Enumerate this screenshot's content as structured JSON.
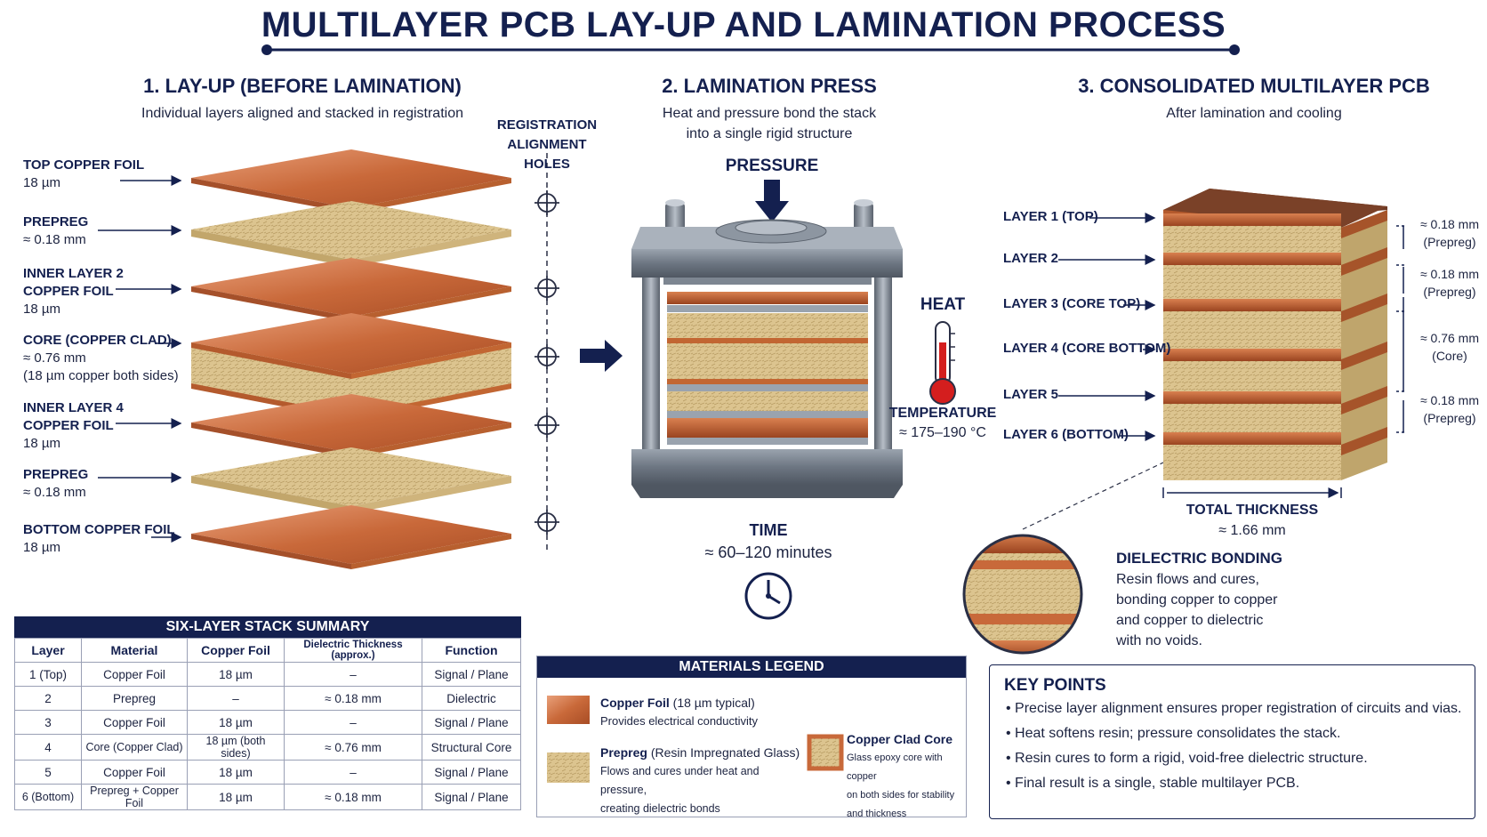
{
  "title": "MULTILAYER PCB LAY-UP AND LAMINATION PROCESS",
  "colors": {
    "navy": "#14204f",
    "copper": "#c8693a",
    "prepreg": "#d8c08a",
    "heat_red": "#d41e1e"
  },
  "section1": {
    "title": "1. LAY-UP (BEFORE LAMINATION)",
    "subtitle": "Individual layers aligned and stacked in registration",
    "labels": [
      {
        "name": "TOP COPPER FOIL",
        "detail": "18 µm"
      },
      {
        "name": "PREPREG",
        "detail": "≈ 0.18 mm"
      },
      {
        "name": "INNER LAYER 2",
        "name2": "COPPER FOIL",
        "detail": "18 µm"
      },
      {
        "name": "CORE (COPPER CLAD)",
        "detail": "≈ 0.76 mm",
        "detail2": "(18 µm copper both sides)"
      },
      {
        "name": "INNER LAYER 4",
        "name2": "COPPER FOIL",
        "detail": "18 µm"
      },
      {
        "name": "PREPREG",
        "detail": "≈ 0.18 mm"
      },
      {
        "name": "BOTTOM COPPER FOIL",
        "detail": "18 µm"
      }
    ],
    "registration_label_1": "REGISTRATION",
    "registration_label_2": "ALIGNMENT HOLES"
  },
  "section2": {
    "title": "2. LAMINATION PRESS",
    "subtitle_1": "Heat and pressure bond the stack",
    "subtitle_2": "into a single rigid structure",
    "pressure_label": "PRESSURE",
    "heat_label": "HEAT",
    "temperature_label": "TEMPERATURE",
    "temperature_value": "≈ 175–190 °C",
    "time_label": "TIME",
    "time_value": "≈ 60–120 minutes"
  },
  "section3": {
    "title": "3. CONSOLIDATED MULTILAYER PCB",
    "subtitle": "After lamination and cooling",
    "layers": [
      "LAYER 1 (TOP)",
      "LAYER 2",
      "LAYER 3 (CORE TOP)",
      "LAYER 4 (CORE BOTTOM)",
      "LAYER 5",
      "LAYER 6 (BOTTOM)"
    ],
    "dims": [
      {
        "value": "≈ 0.18 mm",
        "note": "(Prepreg)"
      },
      {
        "value": "≈ 0.18 mm",
        "note": "(Prepreg)"
      },
      {
        "value": "≈ 0.76 mm",
        "note": "(Core)"
      },
      {
        "value": "≈ 0.18 mm",
        "note": "(Prepreg)"
      }
    ],
    "total_label": "TOTAL THICKNESS",
    "total_value": "≈ 1.66 mm",
    "bonding_title": "DIELECTRIC BONDING",
    "bonding_lines": [
      "Resin flows and cures,",
      "bonding copper to copper",
      "and copper to dielectric",
      "with no voids."
    ]
  },
  "summary_table": {
    "title": "SIX-LAYER STACK SUMMARY",
    "headers": [
      "Layer",
      "Material",
      "Copper Foil",
      "Dielectric Thickness (approx.)",
      "Function"
    ],
    "rows": [
      [
        "1 (Top)",
        "Copper Foil",
        "18 µm",
        "–",
        "Signal / Plane"
      ],
      [
        "2",
        "Prepreg",
        "–",
        "≈ 0.18 mm",
        "Dielectric"
      ],
      [
        "3",
        "Copper Foil",
        "18 µm",
        "–",
        "Signal / Plane"
      ],
      [
        "4",
        "Core (Copper Clad)",
        "18 µm (both sides)",
        "≈ 0.76 mm",
        "Structural Core"
      ],
      [
        "5",
        "Copper Foil",
        "18 µm",
        "–",
        "Signal / Plane"
      ],
      [
        "6 (Bottom)",
        "Prepreg + Copper Foil",
        "18 µm",
        "≈ 0.18 mm",
        "Signal / Plane"
      ]
    ]
  },
  "legend": {
    "title": "MATERIALS LEGEND",
    "copper_name": "Copper Foil",
    "copper_extra": "(18 µm typical)",
    "copper_desc": "Provides electrical conductivity",
    "prepreg_name": "Prepreg",
    "prepreg_extra": "(Resin Impregnated Glass)",
    "prepreg_desc_1": "Flows and cures under heat and pressure,",
    "prepreg_desc_2": "creating dielectric bonds",
    "core_name": "Copper Clad Core",
    "core_desc_1": "Glass epoxy core with copper",
    "core_desc_2": "on both sides for stability",
    "core_desc_3": "and thickness"
  },
  "key_points": {
    "title": "KEY POINTS",
    "items": [
      "• Precise layer alignment ensures proper registration of circuits and vias.",
      "• Heat softens resin; pressure consolidates the stack.",
      "• Resin cures to form a rigid, void-free dielectric structure.",
      "• Final result is a single, stable multilayer PCB."
    ]
  }
}
